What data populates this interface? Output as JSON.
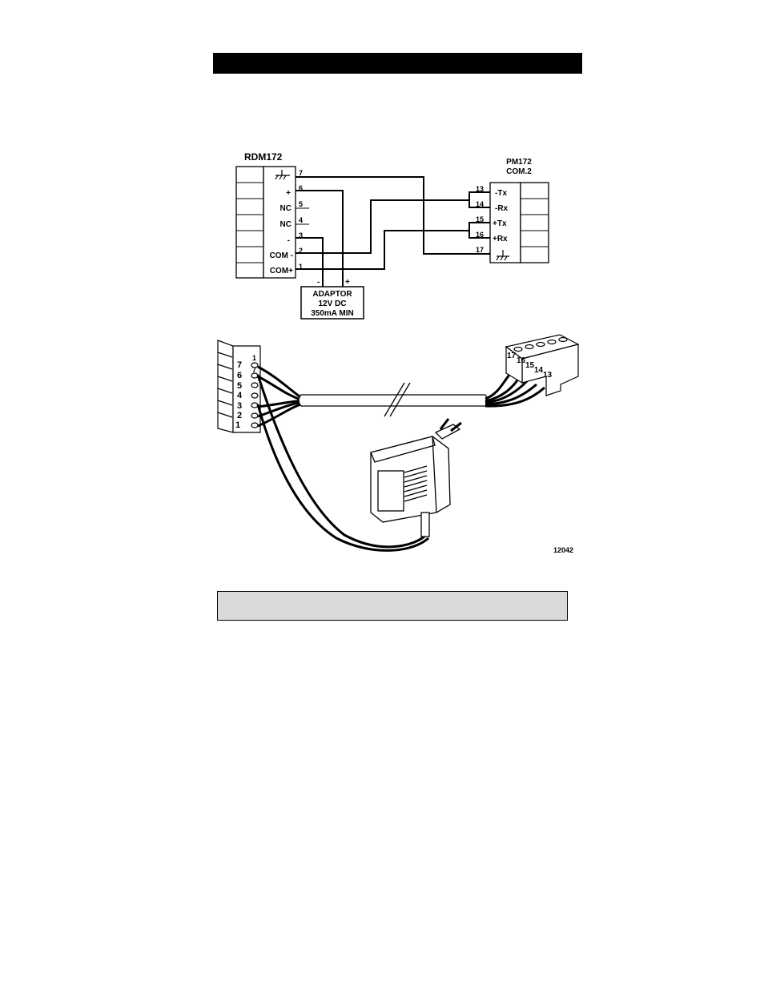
{
  "rdm": {
    "title": "RDM172",
    "terminals": [
      {
        "label": "",
        "num": "7",
        "ground": true
      },
      {
        "label": "+",
        "num": "6"
      },
      {
        "label": "NC",
        "num": "5"
      },
      {
        "label": "NC",
        "num": "4"
      },
      {
        "label": "-",
        "num": "3"
      },
      {
        "label": "COM -",
        "num": "2"
      },
      {
        "label": "COM+",
        "num": "1"
      }
    ]
  },
  "pm": {
    "title": "PM172",
    "subtitle": "COM.2",
    "terminals": [
      {
        "num": "13",
        "label": "-Tx"
      },
      {
        "num": "14",
        "label": "-Rx"
      },
      {
        "num": "15",
        "label": "+Tx"
      },
      {
        "num": "16",
        "label": "+Rx"
      },
      {
        "num": "17",
        "label": "",
        "ground": true
      }
    ]
  },
  "adaptor": {
    "line1": "ADAPTOR",
    "line2": "12V DC",
    "line3": "350mA MIN",
    "minus": "-",
    "plus": "+"
  },
  "drawing": {
    "left_pins": [
      "7",
      "6",
      "5",
      "4",
      "3",
      "2",
      "1"
    ],
    "left_small": [
      "1",
      "7"
    ],
    "right_pins": [
      "17",
      "16",
      "15",
      "14",
      "13"
    ],
    "figure_number": "12042"
  }
}
